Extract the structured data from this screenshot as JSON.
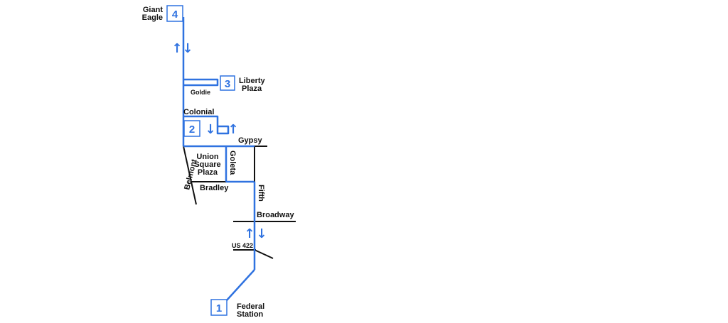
{
  "colors": {
    "route": "#2f72e0",
    "street": "#111111",
    "background": "#ffffff"
  },
  "stops": [
    {
      "number": "1",
      "name_line1": "Federal",
      "name_line2": "Station"
    },
    {
      "number": "2",
      "name_line1": "",
      "name_line2": ""
    },
    {
      "number": "3",
      "name_line1": "Liberty",
      "name_line2": "Plaza"
    },
    {
      "number": "4",
      "name_line1": "Giant",
      "name_line2": "Eagle"
    }
  ],
  "streets": {
    "goldie": "Goldie",
    "colonial": "Colonial",
    "gypsy": "Gypsy",
    "belmont": "Belmont",
    "goleta": "Goleta",
    "bradley": "Bradley",
    "fifth": "Fifth",
    "broadway": "Broadway",
    "us422": "US 422"
  },
  "place": {
    "line1": "Union",
    "line2": "Square",
    "line3": "Plaza"
  },
  "arrows": {
    "up": "↑",
    "down": "↓"
  }
}
